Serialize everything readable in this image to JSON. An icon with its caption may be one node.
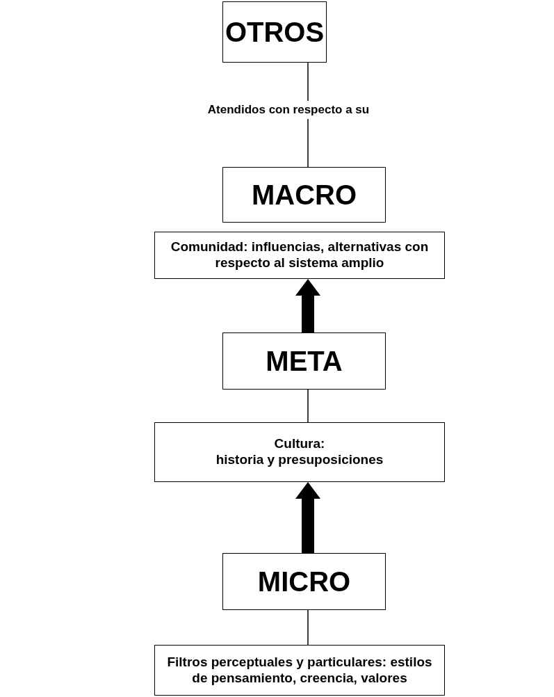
{
  "diagram": {
    "nodes": [
      {
        "text": [
          "OTROS"
        ]
      },
      {
        "text": [
          "Atendidos con respecto a su"
        ]
      },
      {
        "text": [
          "MACRO"
        ]
      },
      {
        "text": [
          "Comunidad: influencias, alternativas con respecto al sistema amplio"
        ]
      },
      {
        "text": [
          "META"
        ]
      },
      {
        "text": [
          "Cultura:",
          "historia y presuposiciones"
        ]
      },
      {
        "text": [
          "MICRO"
        ]
      },
      {
        "text": [
          "Filtros perceptuales y particulares: estilos de pensamiento, creencia, valores"
        ]
      }
    ],
    "edges": [
      {
        "from": 0,
        "to": 1,
        "arrow": "none"
      },
      {
        "from": 1,
        "to": 2,
        "arrow": "none"
      },
      {
        "from": 4,
        "to": 3,
        "arrow": "to",
        "style": "thick"
      },
      {
        "from": 4,
        "to": 5,
        "arrow": "none"
      },
      {
        "from": 6,
        "to": 5,
        "arrow": "to",
        "style": "thick"
      },
      {
        "from": 6,
        "to": 7,
        "arrow": "none"
      }
    ]
  }
}
